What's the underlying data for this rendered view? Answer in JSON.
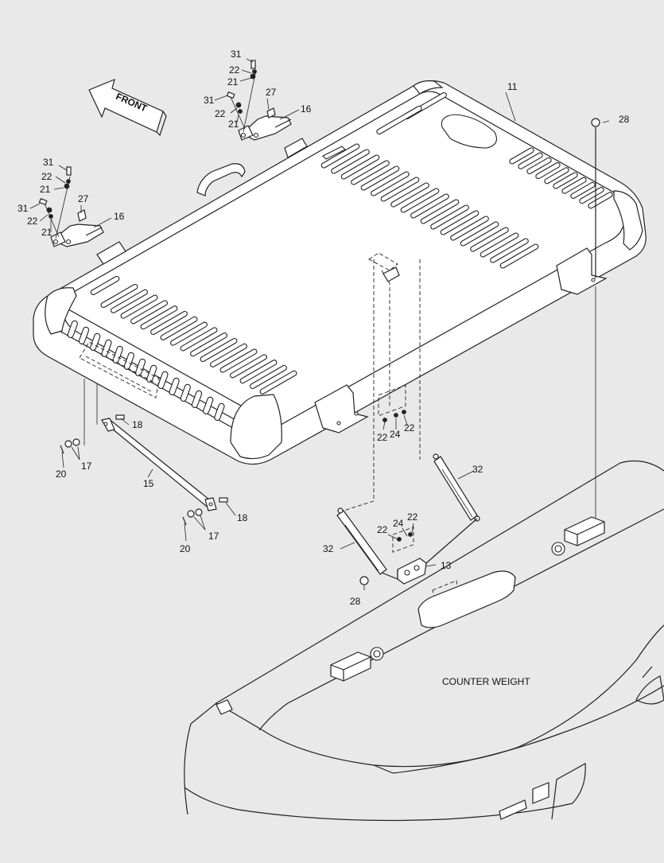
{
  "front_label": "FRONT",
  "counterweight_label": "COUNTER WEIGHT",
  "callouts": {
    "p11": "11",
    "p13": "13",
    "p15": "15",
    "p16": "16",
    "p17": "17",
    "p18": "18",
    "p20": "20",
    "p21": "21",
    "p22": "22",
    "p24": "24",
    "p27": "27",
    "p28": "28",
    "p31": "31",
    "p32": "32"
  }
}
